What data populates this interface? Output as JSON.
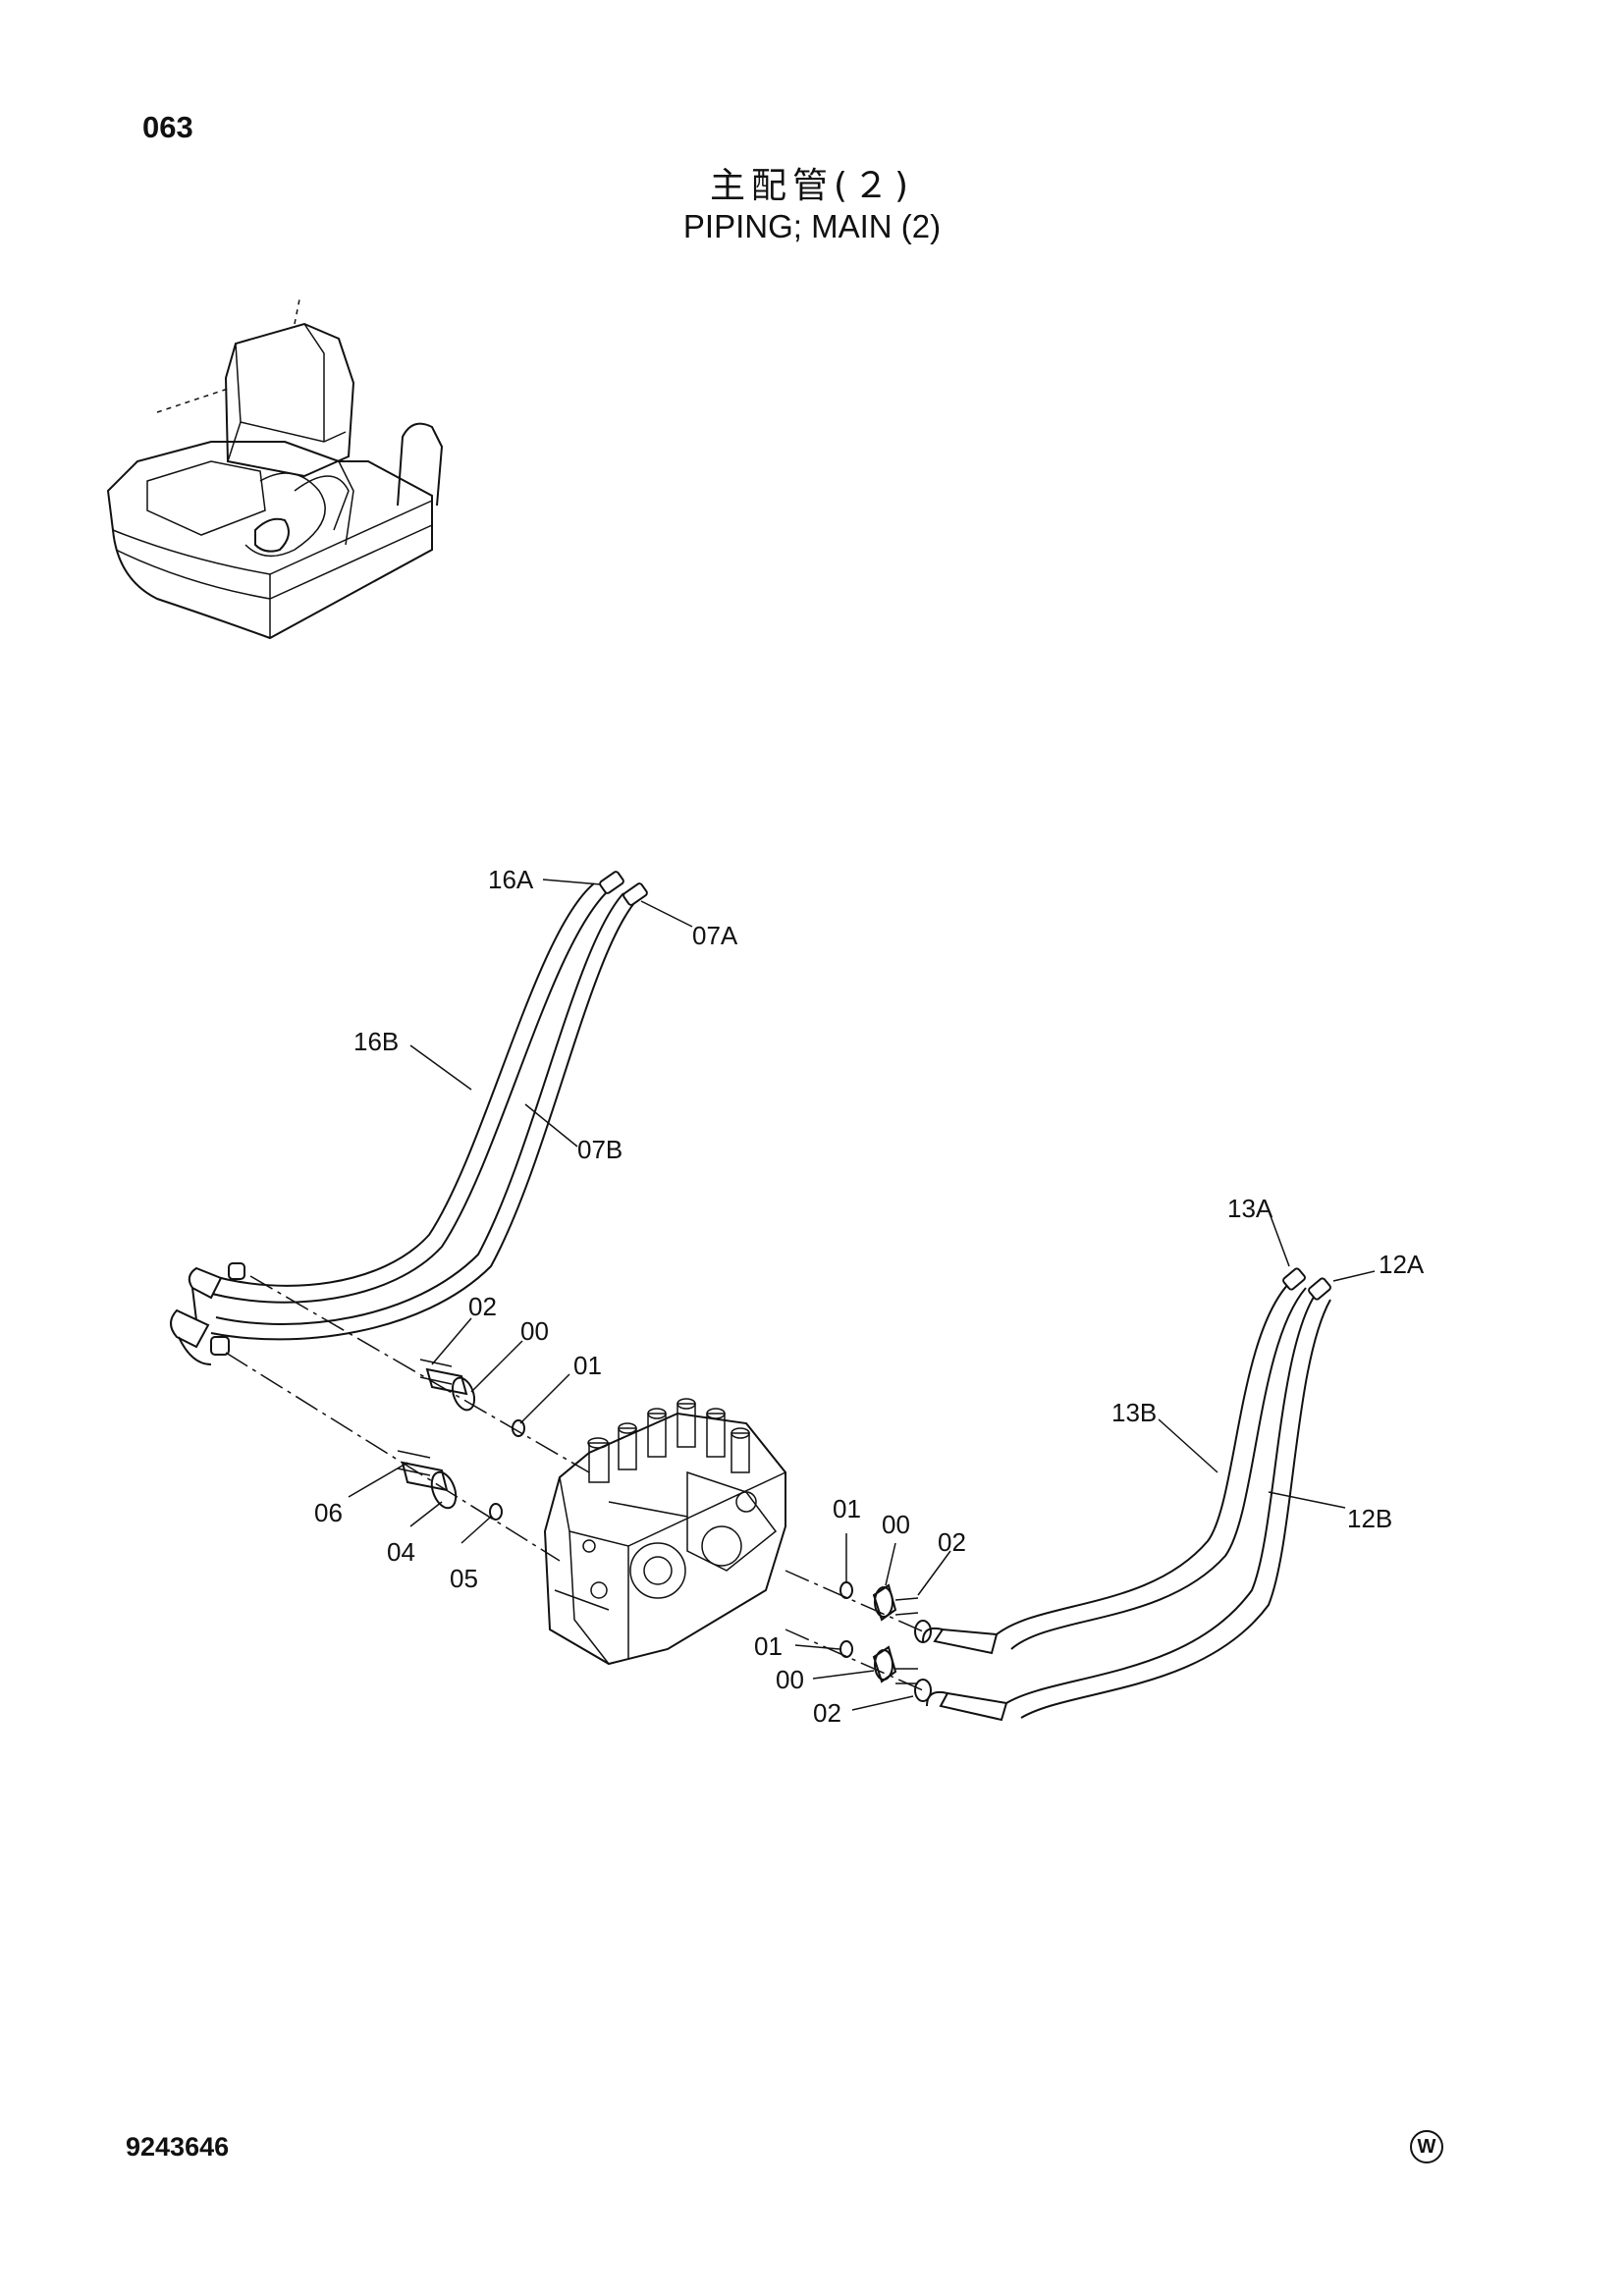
{
  "page_number": "063",
  "title_jp": "主配管(２)",
  "title_en": "PIPING; MAIN  (2)",
  "document_number": "9243646",
  "maker_mark": "W",
  "callouts": {
    "c16A": "16A",
    "c07A": "07A",
    "c16B": "16B",
    "c07B": "07B",
    "c13A": "13A",
    "c12A": "12A",
    "c13B": "13B",
    "c12B": "12B",
    "c02_left": "02",
    "c00_left": "00",
    "c01_left": "01",
    "c06": "06",
    "c04": "04",
    "c05": "05",
    "c01_right_top": "01",
    "c00_right_top": "00",
    "c02_right_top": "02",
    "c01_right_bottom": "01",
    "c00_right_bottom": "00",
    "c02_right_bottom": "02"
  }
}
